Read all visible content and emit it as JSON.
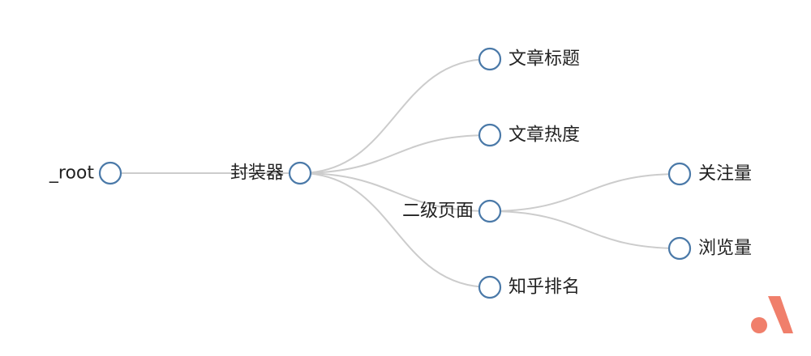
{
  "tree": {
    "label": "_root",
    "children": [
      {
        "label": "封装器",
        "children": [
          {
            "label": "文章标题"
          },
          {
            "label": "文章热度"
          },
          {
            "label": "二级页面",
            "children": [
              {
                "label": "关注量"
              },
              {
                "label": "浏览量"
              }
            ]
          },
          {
            "label": "知乎排名"
          }
        ]
      }
    ]
  },
  "colors": {
    "node_stroke": "#4a79a8",
    "link": "#cccccc",
    "text": "#222222",
    "logo": "#f07f6b"
  },
  "logo": {
    "icon": "brand-logo-icon"
  }
}
